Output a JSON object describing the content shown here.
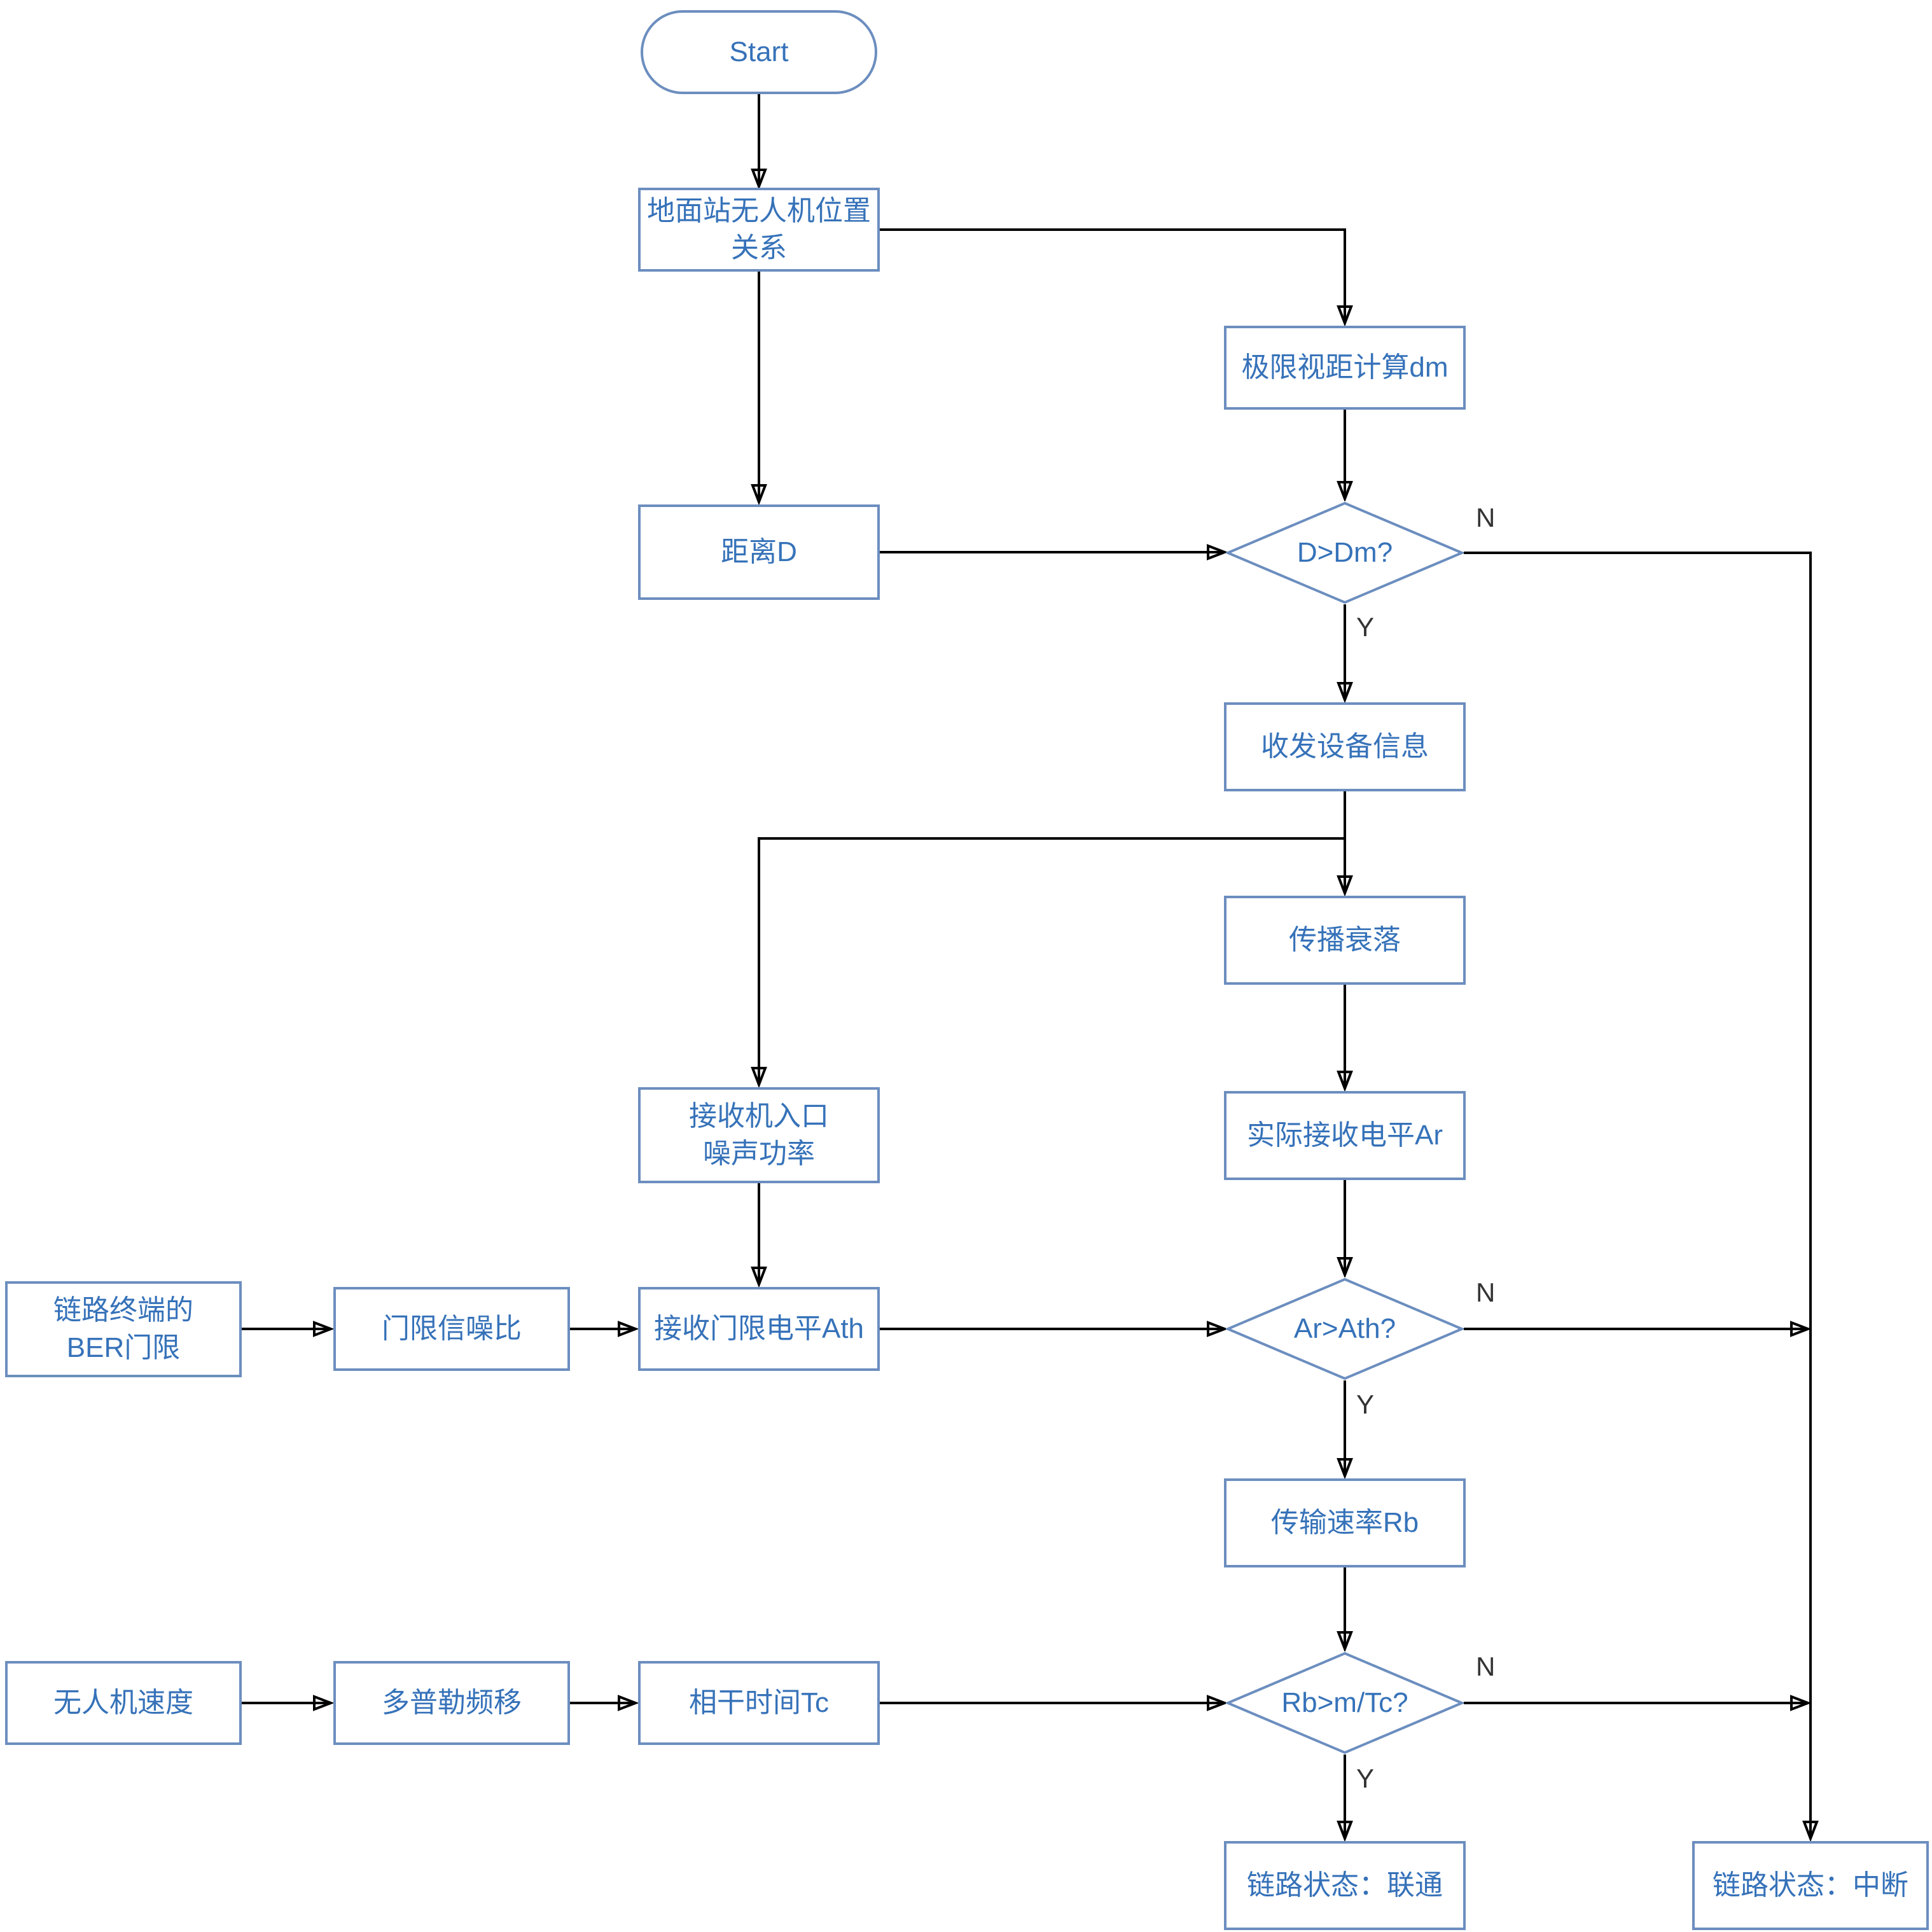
{
  "colors": {
    "node_border": "#6c8ebf",
    "node_fill": "#ffffff",
    "node_text": "#3672b9",
    "connector": "#000000",
    "edge_label_text": "#333333"
  },
  "nodes": {
    "start": {
      "label": "Start",
      "shape": "terminator"
    },
    "gs_uav_position": {
      "label": "地面站无人机位置\n关系",
      "shape": "process"
    },
    "los_limit": {
      "label": "极限视距计算dm",
      "shape": "process"
    },
    "distance_d": {
      "label": "距离D",
      "shape": "process"
    },
    "d_gt_dm": {
      "label": "D>Dm?",
      "shape": "decision"
    },
    "txrx_info": {
      "label": "收发设备信息",
      "shape": "process"
    },
    "prop_fading": {
      "label": "传播衰落",
      "shape": "process"
    },
    "rx_noise_power": {
      "label": "接收机入口\n噪声功率",
      "shape": "process"
    },
    "actual_rx_level": {
      "label": "实际接收电平Ar",
      "shape": "process"
    },
    "ber_threshold": {
      "label": "链路终端的\nBER门限",
      "shape": "process"
    },
    "threshold_snr": {
      "label": "门限信噪比",
      "shape": "process"
    },
    "rx_threshold_level": {
      "label": "接收门限电平Ath",
      "shape": "process"
    },
    "ar_gt_ath": {
      "label": "Ar>Ath?",
      "shape": "decision"
    },
    "tx_rate": {
      "label": "传输速率Rb",
      "shape": "process"
    },
    "uav_speed": {
      "label": "无人机速度",
      "shape": "process"
    },
    "doppler_shift": {
      "label": "多普勒频移",
      "shape": "process"
    },
    "coherence_time": {
      "label": "相干时间Tc",
      "shape": "process"
    },
    "rb_gt_mtc": {
      "label": "Rb>m/Tc?",
      "shape": "decision"
    },
    "link_connected": {
      "label": "链路状态：联通",
      "shape": "process"
    },
    "link_broken": {
      "label": "链路状态：中断",
      "shape": "process"
    }
  },
  "edge_labels": {
    "yes": "Y",
    "no": "N"
  }
}
